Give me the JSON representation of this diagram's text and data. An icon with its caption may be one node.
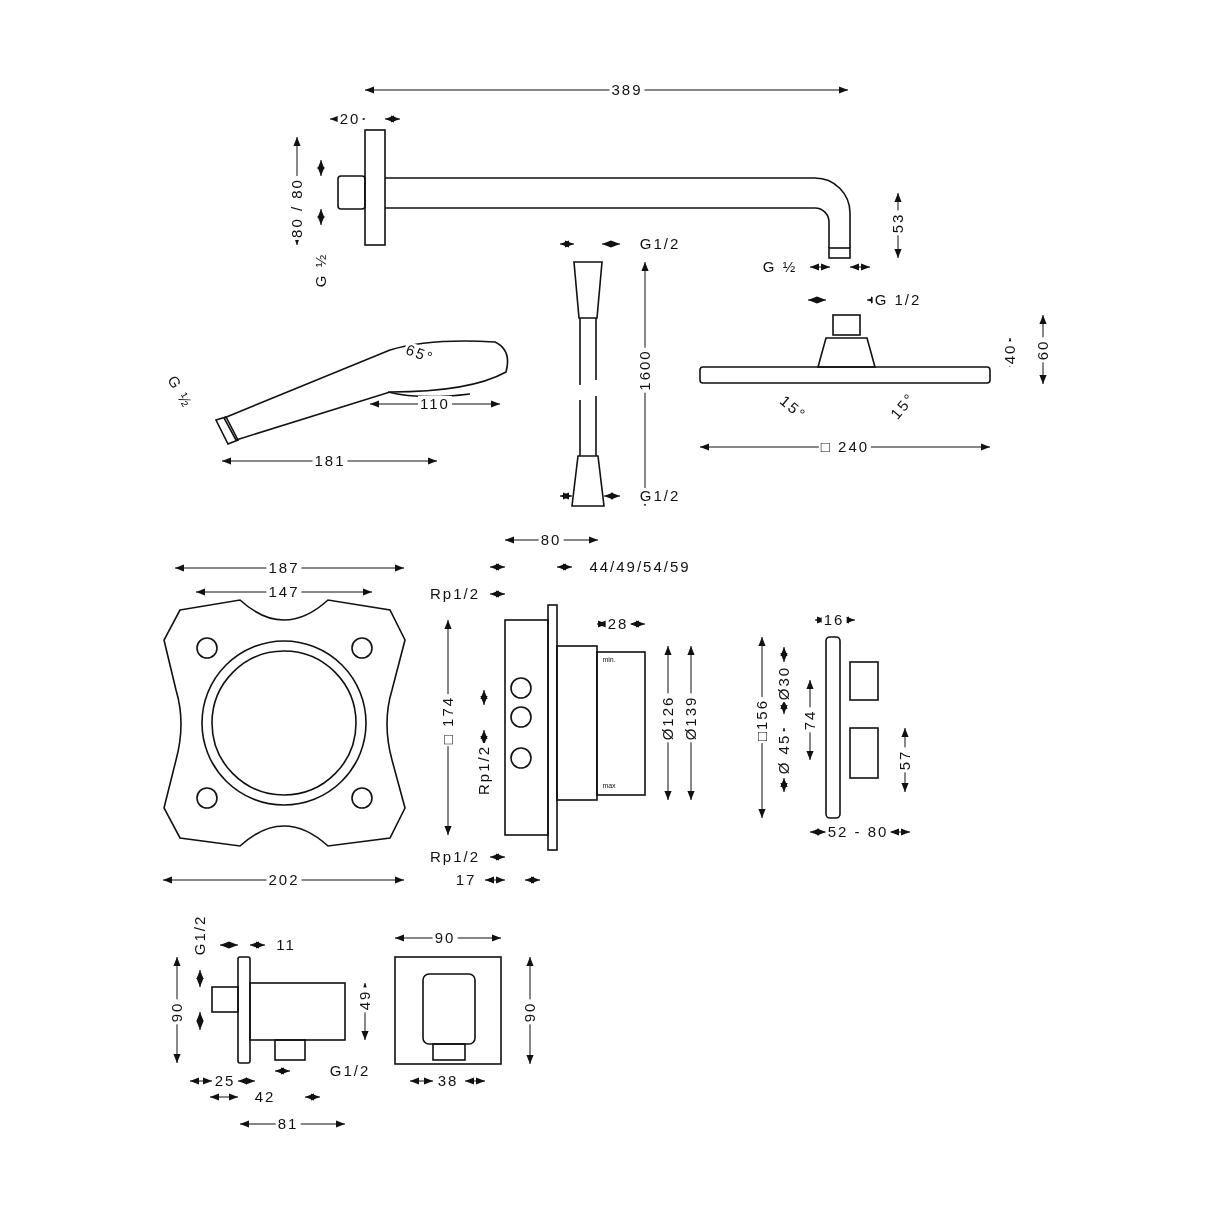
{
  "diagram": {
    "labels": [
      "389",
      "20",
      "80 / 80",
      "G ½",
      "53",
      "G ½",
      "G1/2",
      "1600",
      "G1/2",
      "65°",
      "G ½",
      "110",
      "181",
      "G 1/2",
      "40",
      "60",
      "15°",
      "15°",
      "□ 240",
      "187",
      "147",
      "202",
      "80",
      "44/49/54/59",
      "Rp1/2",
      "28",
      "□ 174",
      "Rp1/2",
      "Ø126",
      "Ø139",
      "min.",
      "max",
      "Rp1/2",
      "17",
      "16",
      "□156",
      "Ø30",
      "74",
      "Ø 45",
      "57",
      "52 - 80",
      "G1/2",
      "11",
      "90",
      "49",
      "25",
      "G1/2",
      "42",
      "81",
      "90",
      "90",
      "38"
    ]
  }
}
